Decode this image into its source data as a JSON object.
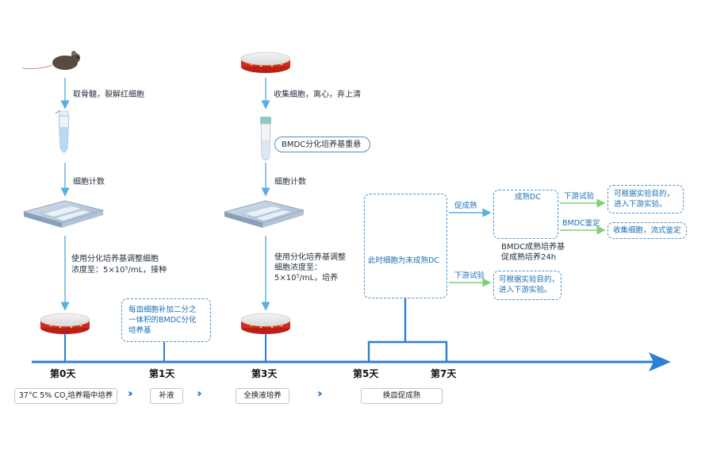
{
  "steps": {
    "bone_marrow": "取骨髓，裂解红细胞",
    "count1": "细胞计数",
    "adjust1": [
      "使用分化培养基调整细胞",
      "浓度至：5×10⁵/mL，接种"
    ],
    "collect": "收集细胞，离心，弃上清",
    "resuspend": "BMDC分化培养基重悬",
    "count2": "细胞计数",
    "adjust2": [
      "使用分化培养基调整",
      "细胞浓度至：",
      "5×10⁵/mL，培养"
    ],
    "day1_note": [
      "每皿细胞补加二分之",
      "一体积的BMDC分化",
      "培养基"
    ],
    "immature": "此时细胞为未成熟DC",
    "promote": "促成熟",
    "downstream": "下游试验",
    "mature_dc": "成熟DC",
    "medium_note": [
      "BMDC成熟培养基",
      "促成熟培养24h"
    ],
    "downstream2": "下游试验",
    "bmdc_id": "BMDC鉴定",
    "exp_box1": [
      "可根据实验目的，",
      "进入下游实验。"
    ],
    "exp_box2": "收集细胞，流式鉴定",
    "exp_box3": [
      "可根据实验目的，",
      "进入下游实验。"
    ]
  },
  "timeline": {
    "days": [
      "第0天",
      "第1天",
      "第3天",
      "第5天",
      "第7天"
    ],
    "actions": [
      "37°C 5% CO",
      "₂",
      "培养箱中培养",
      "补液",
      "全换液培养",
      "换皿促成熟"
    ]
  },
  "colors": {
    "arrow_blue": "#5aaee0",
    "timeline_blue": "#2b7fd4",
    "green_arrow": "#7fcf7a",
    "dish_red": "#d42a1f",
    "dc_purple": "#8a5cb8"
  },
  "icons": [
    "mouse-icon",
    "tube-icon",
    "hemocytometer-icon",
    "petri-dish-icon",
    "dendritic-cell-icon",
    "immature-cell-icon"
  ]
}
